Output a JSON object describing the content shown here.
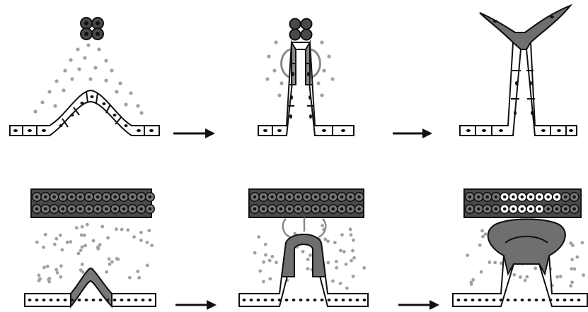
{
  "figure": {
    "rows": [
      {
        "name": "sparse-signaling-row",
        "stages": [
          {
            "name": "stage-1-initial-bulge"
          },
          {
            "name": "stage-2-elongation"
          },
          {
            "name": "stage-3-branching"
          }
        ]
      },
      {
        "name": "dense-signaling-row",
        "stages": [
          {
            "name": "stage-1-initial-bulge"
          },
          {
            "name": "stage-2-elongation"
          },
          {
            "name": "stage-3-cap-fusion"
          }
        ]
      }
    ],
    "arrows_per_row": 2,
    "colors": {
      "outline": "#111111",
      "signal_dots": "#9a9a9a",
      "induced_cells": "#6f6f6f",
      "cluster_cells": "#4a4a4a",
      "nucleus": "#111111",
      "arrow": "#111111"
    },
    "icons": [
      "right-arrow-icon"
    ]
  }
}
